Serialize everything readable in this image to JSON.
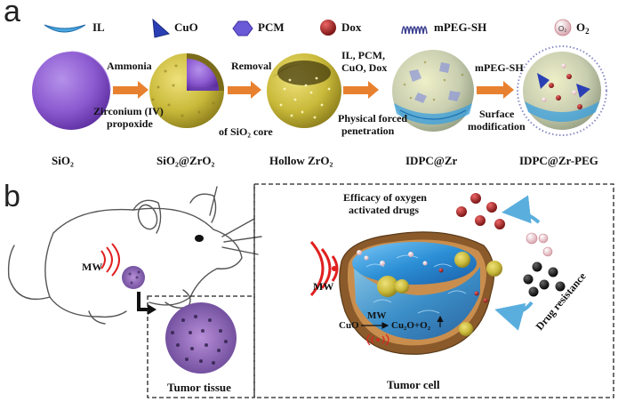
{
  "panel_a": {
    "label": "a",
    "legend": [
      {
        "icon": "il-icon",
        "text": "IL"
      },
      {
        "icon": "cuo-icon",
        "text": "CuO"
      },
      {
        "icon": "pcm-icon",
        "text": "PCM"
      },
      {
        "icon": "dox-icon",
        "text": "Dox"
      },
      {
        "icon": "mpeg-sh-icon",
        "text": "mPEG-SH"
      },
      {
        "icon": "o2-icon",
        "text": "O"
      }
    ],
    "steps": {
      "s1_top": "Ammonia",
      "s1_bottom_1": "Zirconium (IV)",
      "s1_bottom_2": "propoxide",
      "s2_top": "Removal",
      "s2_bottom": "of SiO₂ core",
      "s3_top_1": "IL, PCM,",
      "s3_top_2": "CuO, Dox",
      "s3_bottom_1": "Physical forced",
      "s3_bottom_2": "penetration",
      "s4_top": "mPEG-SH",
      "s4_bottom_1": "Surface",
      "s4_bottom_2": "modification"
    },
    "particles": [
      "SiO₂",
      "SiO₂@ZrO₂",
      "Hollow ZrO₂",
      "IDPC@Zr",
      "IDPC@Zr-PEG"
    ]
  },
  "panel_b": {
    "label": "b",
    "mw": "MW",
    "tumor_tissue": "Tumor tissue",
    "tumor_cell": "Tumor cell",
    "efficacy_1": "Efficacy of oxygen",
    "efficacy_2": "activated drugs",
    "drug_resistance": "Drug resistance",
    "cuo": "CuO",
    "reaction_mw": "MW",
    "reaction_product": "Cu₂O+O₂"
  },
  "colors": {
    "arrow": "#e8812f",
    "silica": "#8c5ad0",
    "zro2": "#c9b93a",
    "dox": "#a52a2a",
    "cell_rim": "#8a5a2b",
    "cell_water": "#3aa0e0",
    "mw_red": "#e02020"
  }
}
